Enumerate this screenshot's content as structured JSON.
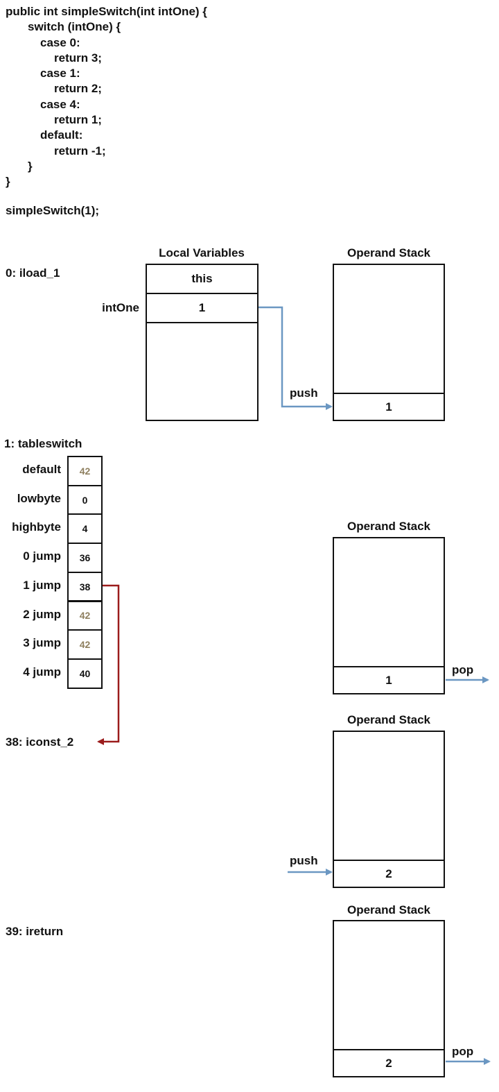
{
  "code": {
    "lines": [
      "public int simpleSwitch(int intOne) {",
      "    switch (intOne) {",
      "        case 0:",
      "            return 3;",
      "        case 1:",
      "            return 2;",
      "        case 4:",
      "            return 1;",
      "        default:",
      "            return -1;",
      "    }",
      "}"
    ],
    "call": "simpleSwitch(1);"
  },
  "step0": {
    "instruction": "0: iload_1",
    "local_vars_title": "Local Variables",
    "operand_stack_title": "Operand Stack",
    "locals": [
      "this",
      "1"
    ],
    "local_name": "intOne",
    "push_label": "push",
    "stack_value": "1"
  },
  "step1": {
    "instruction": "1: tableswitch",
    "table": [
      {
        "label": "default",
        "value": "42"
      },
      {
        "label": "lowbyte",
        "value": "0"
      },
      {
        "label": "highbyte",
        "value": "4"
      },
      {
        "label": "0  jump",
        "value": "36"
      },
      {
        "label": "1  jump",
        "value": "38"
      },
      {
        "label": "2  jump",
        "value": "42"
      },
      {
        "label": "3  jump",
        "value": "42"
      },
      {
        "label": "4  jump",
        "value": "40"
      }
    ],
    "operand_stack_title": "Operand Stack",
    "pop_label": "pop",
    "stack_value": "1"
  },
  "step38": {
    "instruction": "38: iconst_2",
    "operand_stack_title": "Operand Stack",
    "push_label": "push",
    "stack_value": "2"
  },
  "step39": {
    "instruction": "39: ireturn",
    "operand_stack_title": "Operand Stack",
    "pop_label": "pop",
    "stack_value": "2"
  },
  "colors": {
    "blue_arrow": "#6b97c2",
    "red_arrow": "#9b1c1c",
    "default_jump_text": "#8f8060"
  }
}
